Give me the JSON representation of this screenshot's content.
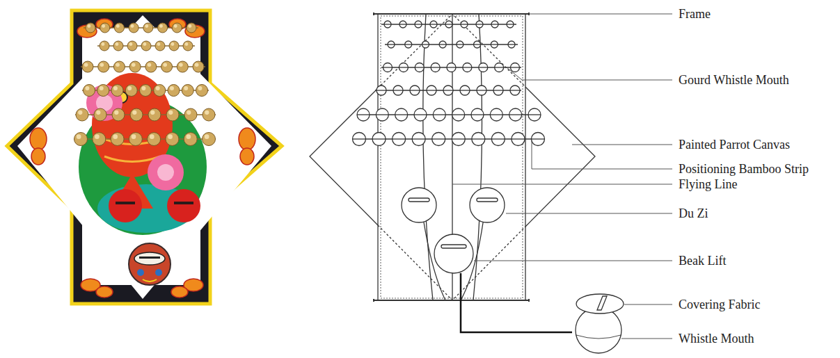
{
  "diagram": {
    "labels": [
      "Frame",
      "Gourd Whistle Mouth",
      "Painted Parrot Canvas",
      "Positioning Bamboo Strip",
      "Flying Line",
      "Du Zi",
      "Beak Lift",
      "Covering Fabric",
      "Whistle Mouth"
    ]
  }
}
